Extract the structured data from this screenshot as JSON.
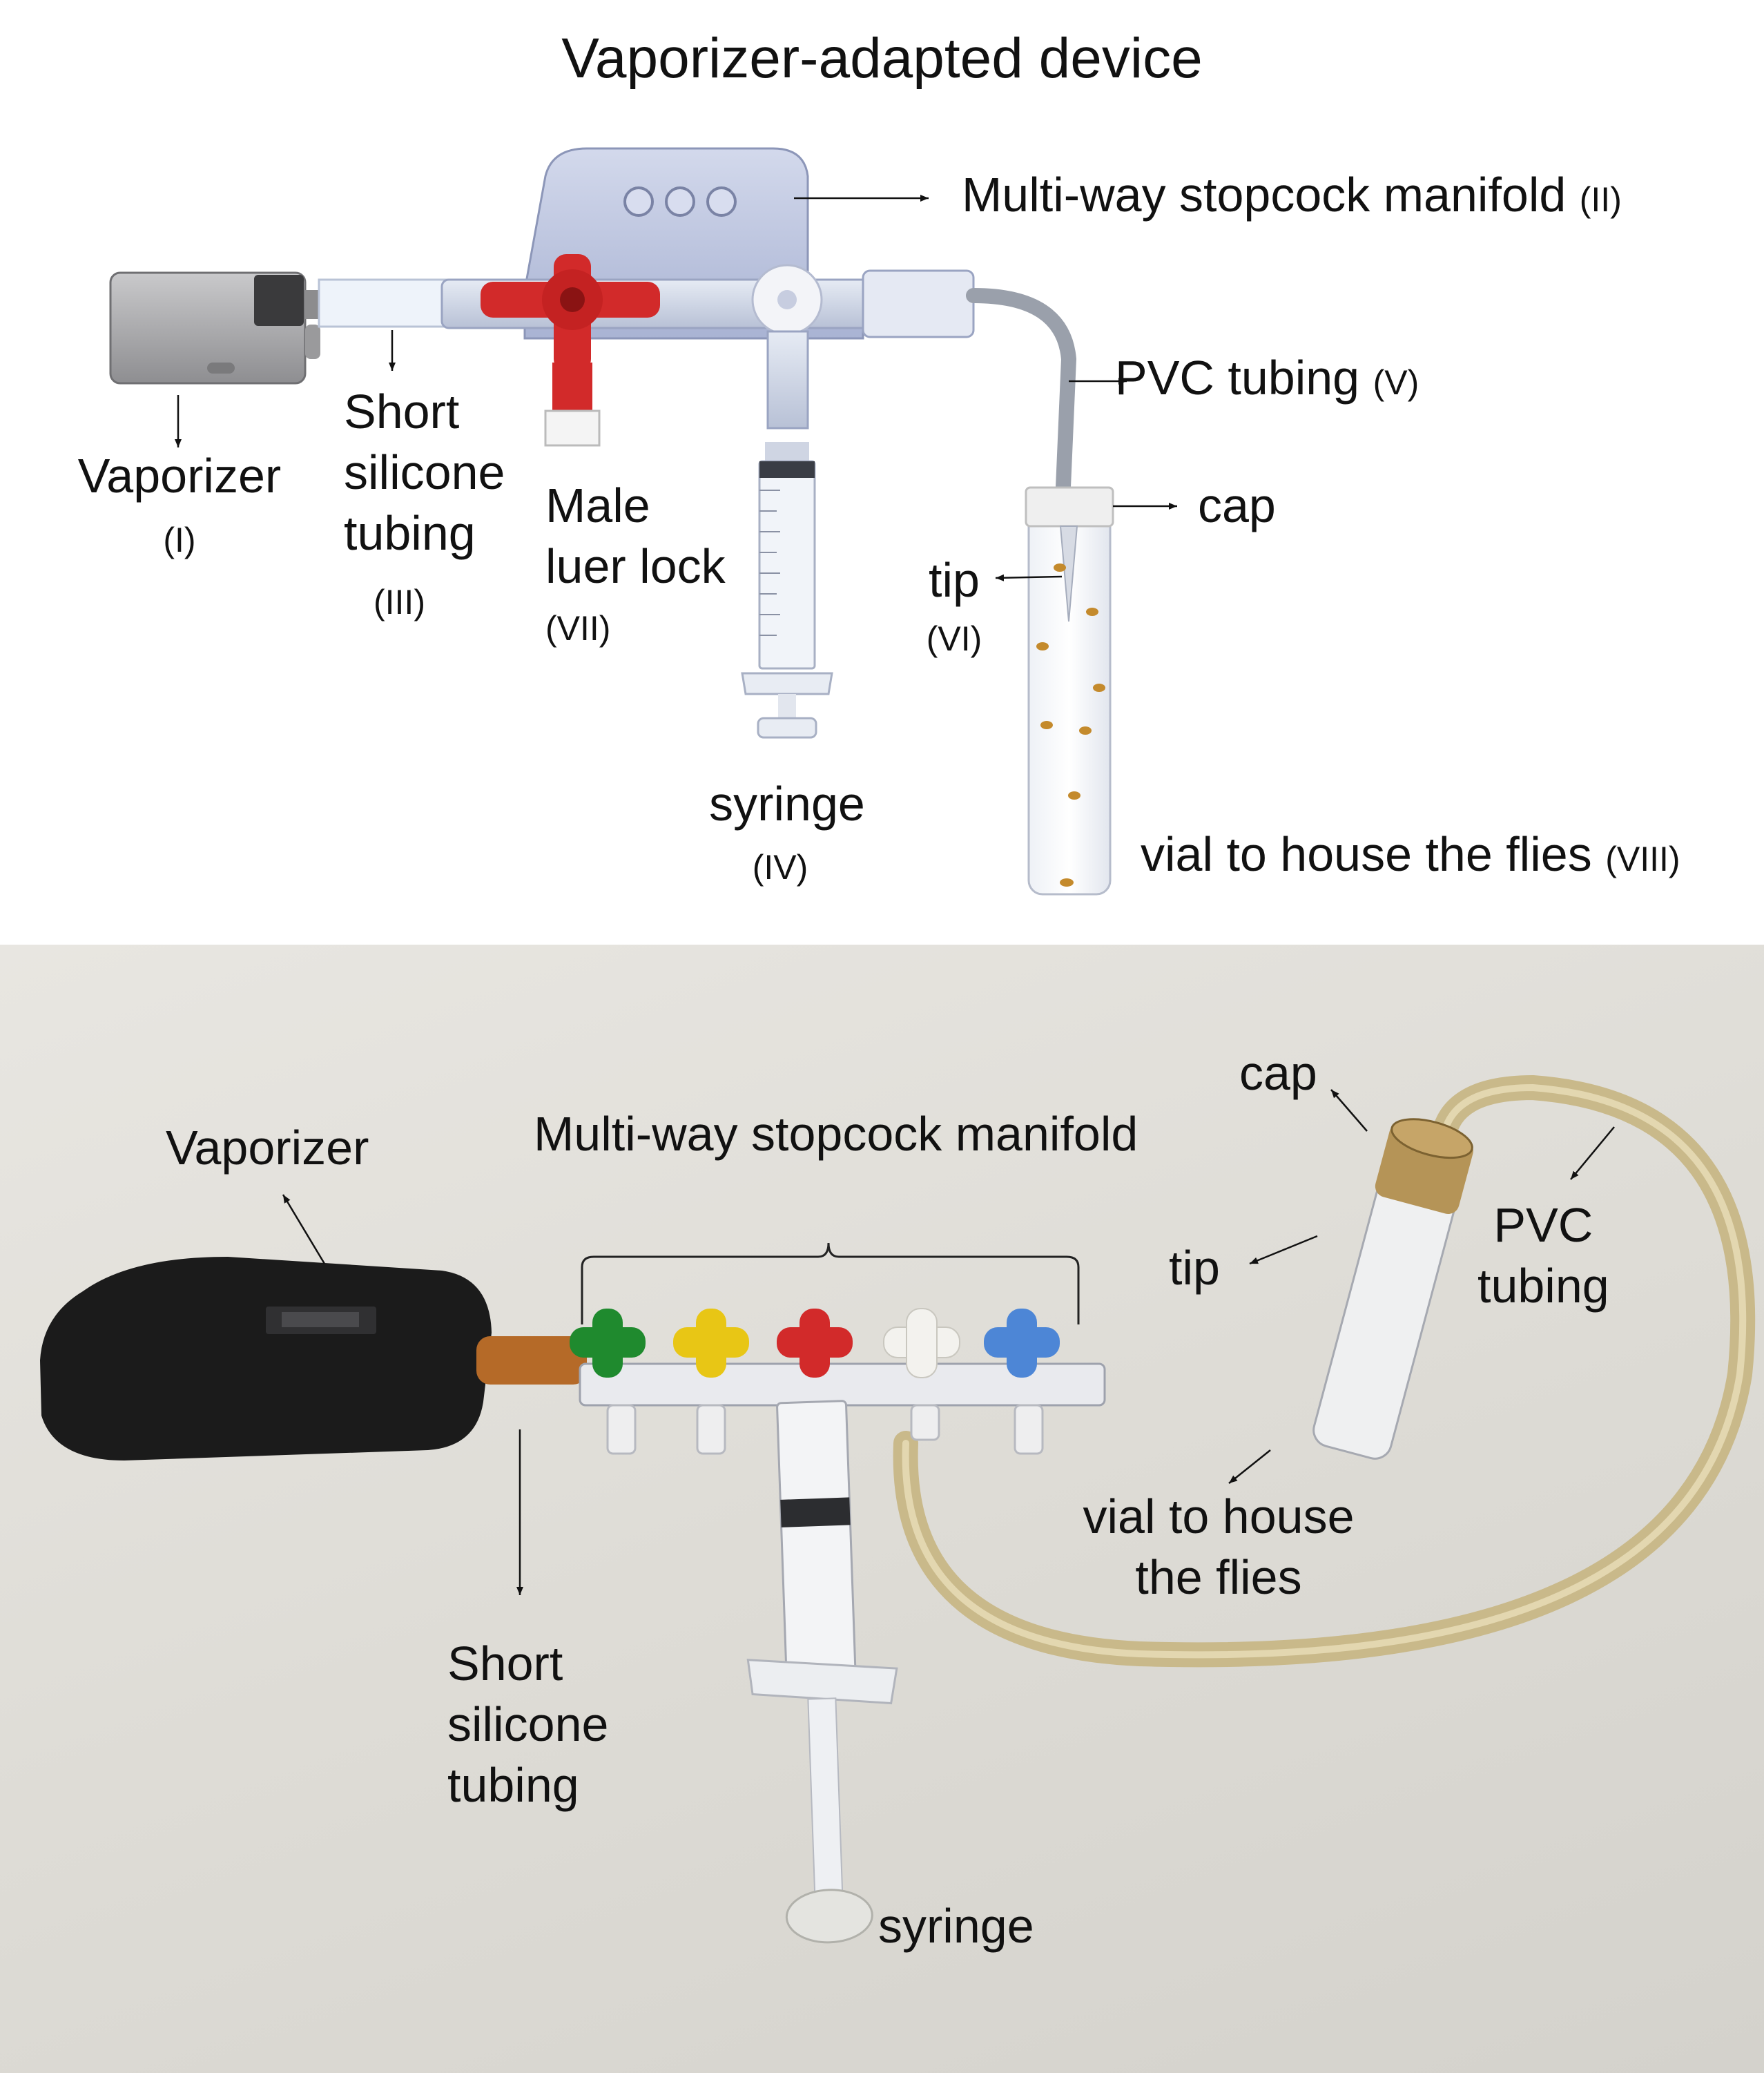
{
  "title": "Vaporizer-adapted device",
  "schematic": {
    "vaporizer": {
      "label": "Vaporizer",
      "num": "(I)"
    },
    "manifold": {
      "label": "Multi-way stopcock manifold",
      "num": "(II)"
    },
    "silicone": {
      "label": "Short\nsilicone\ntubing",
      "num": "(III)"
    },
    "syringe": {
      "label": "syringe",
      "num": "(IV)"
    },
    "pvc": {
      "label": "PVC tubing",
      "num": "(V)"
    },
    "tip": {
      "label": "tip",
      "num": "(VI)"
    },
    "luer": {
      "label": "Male\nluer lock",
      "num": "(VII)"
    },
    "vial": {
      "label": "vial to house the flies",
      "num": "(VIII)"
    },
    "cap": {
      "label": "cap"
    }
  },
  "photo": {
    "vaporizer": "Vaporizer",
    "manifold": "Multi-way stopcock manifold",
    "cap": "cap",
    "tip": "tip",
    "pvc": "PVC\ntubing",
    "vial": "vial to house\nthe flies",
    "silicone": "Short\nsilicone\ntubing",
    "syringe": "syringe"
  },
  "colors": {
    "manifold_body": "#b9c2dc",
    "red_stopcock": "#d22a2a",
    "green_stopcock": "#1f8a2e",
    "yellow_stopcock": "#e8c615",
    "blue_stopcock": "#4d86d6",
    "vaporizer_grey": "#a9a9ab",
    "vaporizer_black": "#1b1b1b",
    "pvc_tube": "#c9b98a"
  }
}
